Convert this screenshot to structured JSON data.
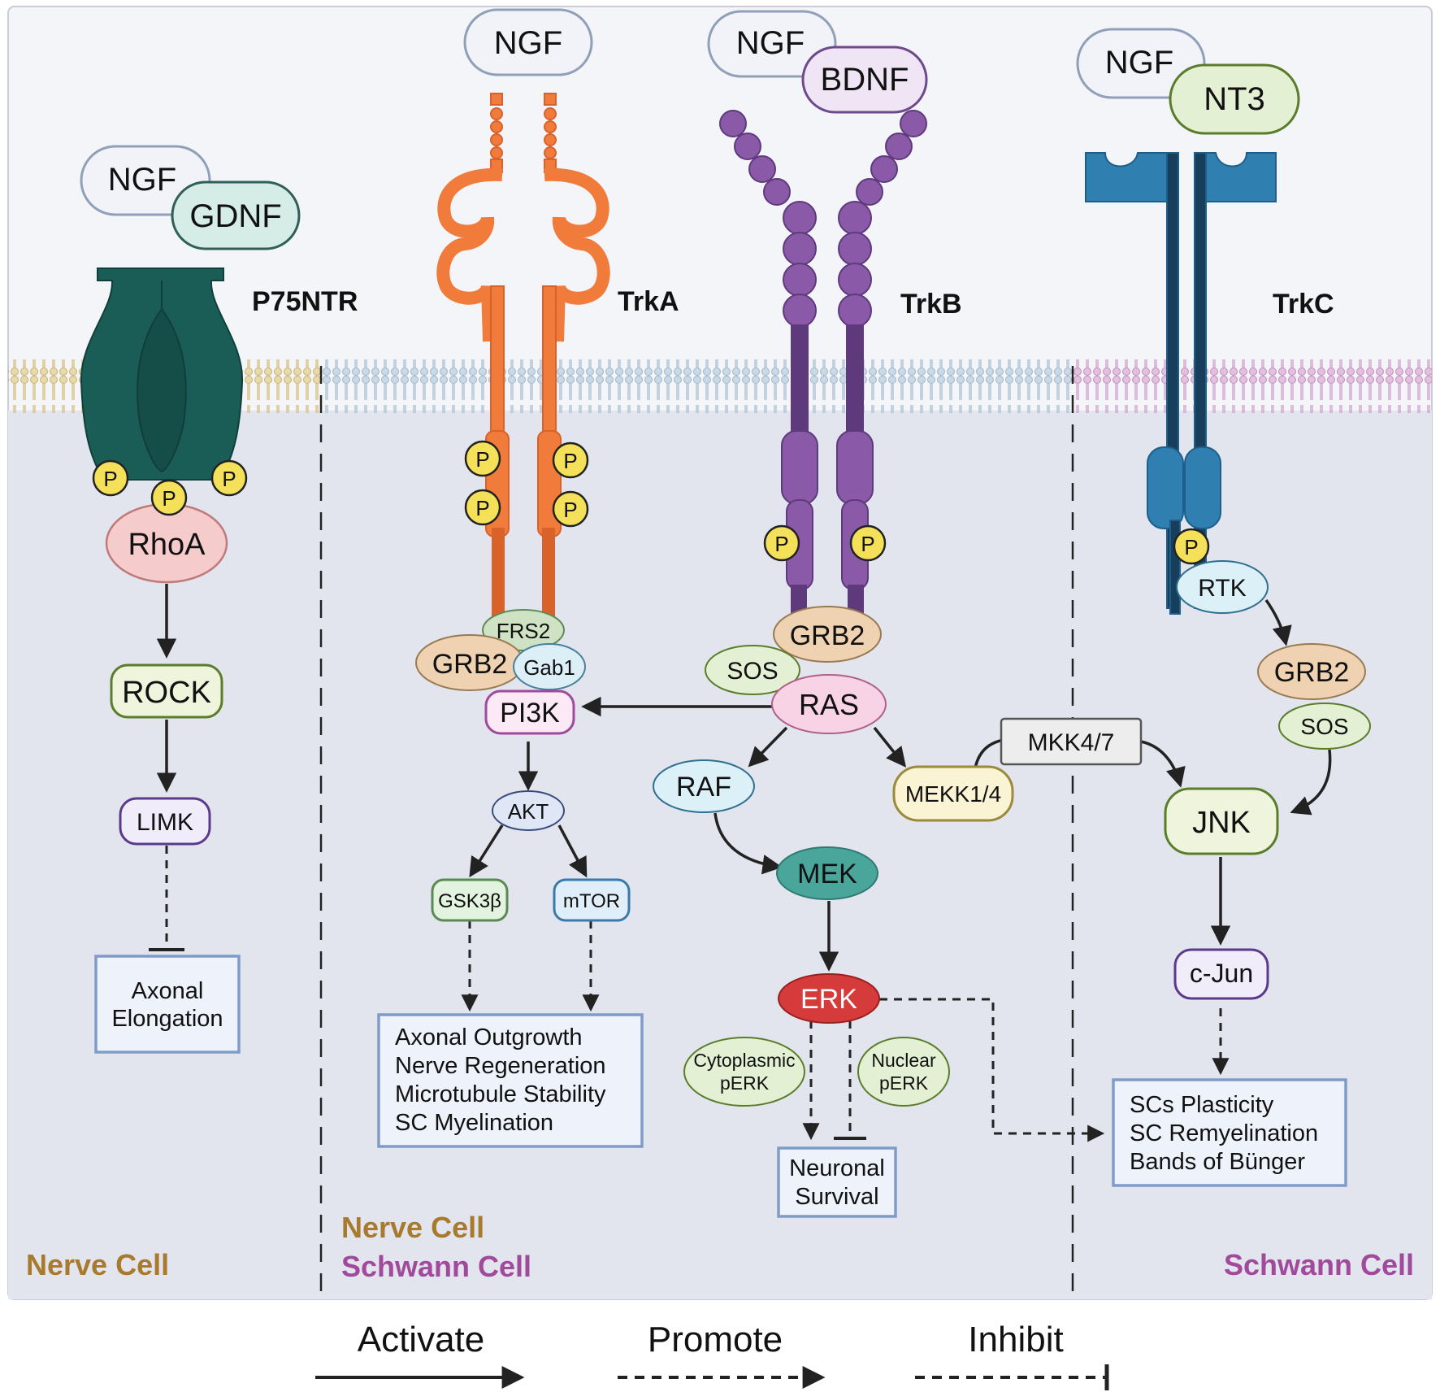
{
  "receptors": {
    "p75": "P75NTR",
    "trka": "TrkA",
    "trkb": "TrkB",
    "trkc": "TrkC"
  },
  "ligands": {
    "p75_ngf": "NGF",
    "p75_gdnf": "GDNF",
    "trka_ngf": "NGF",
    "trkb_ngf": "NGF",
    "trkb_bdnf": "BDNF",
    "trkc_ngf": "NGF",
    "trkc_nt3": "NT3"
  },
  "phospho_label": "P",
  "nodes": {
    "rhoa": "RhoA",
    "rock": "ROCK",
    "limk": "LIMK",
    "frs2": "FRS2",
    "grb2_a": "GRB2",
    "gab1": "Gab1",
    "pi3k": "PI3K",
    "akt": "AKT",
    "gsk3b": "GSK3β",
    "mtor": "mTOR",
    "grb2_b": "GRB2",
    "sos_b": "SOS",
    "ras": "RAS",
    "raf": "RAF",
    "mek": "MEK",
    "erk": "ERK",
    "mekk14": "MEKK1/4",
    "mkk47": "MKK4/7",
    "cyto_perk": [
      "Cytoplasmic",
      "pERK"
    ],
    "nuclear_perk": [
      "Nuclear",
      "pERK"
    ],
    "rtk": "RTK",
    "grb2_c": "GRB2",
    "sos_c": "SOS",
    "jnk": "JNK",
    "cjun": "c-Jun"
  },
  "outcomes": {
    "axonal_elongation": [
      "Axonal",
      "Elongation"
    ],
    "trka_outcomes": [
      "Axonal Outgrowth",
      "Nerve Regeneration",
      "Microtubule Stability",
      "SC Myelination"
    ],
    "neuronal_survival": [
      "Neuronal",
      "Survival"
    ],
    "sc_outcomes": [
      "SCs Plasticity",
      "SC Remyelination",
      "Bands of Bünger"
    ]
  },
  "cell_labels": {
    "left_nerve": "Nerve Cell",
    "mid_nerve": "Nerve Cell",
    "mid_schwann": "Schwann Cell",
    "right_schwann": "Schwann Cell"
  },
  "legend": {
    "activate": "Activate",
    "promote": "Promote",
    "inhibit": "Inhibit"
  },
  "colors": {
    "background_panel": "#e2e4ee",
    "nerve_label": "#a87a2e",
    "schwann_label": "#a14a9c",
    "p75_receptor": "#1a5d57",
    "trka_receptor": "#f07b3a",
    "trkb_receptor": "#8a5aa8",
    "trkc_receptor": "#2f7fb0",
    "erk": "#d63b3b",
    "mek": "#4aa59b",
    "phospho": "#f5e05a"
  }
}
